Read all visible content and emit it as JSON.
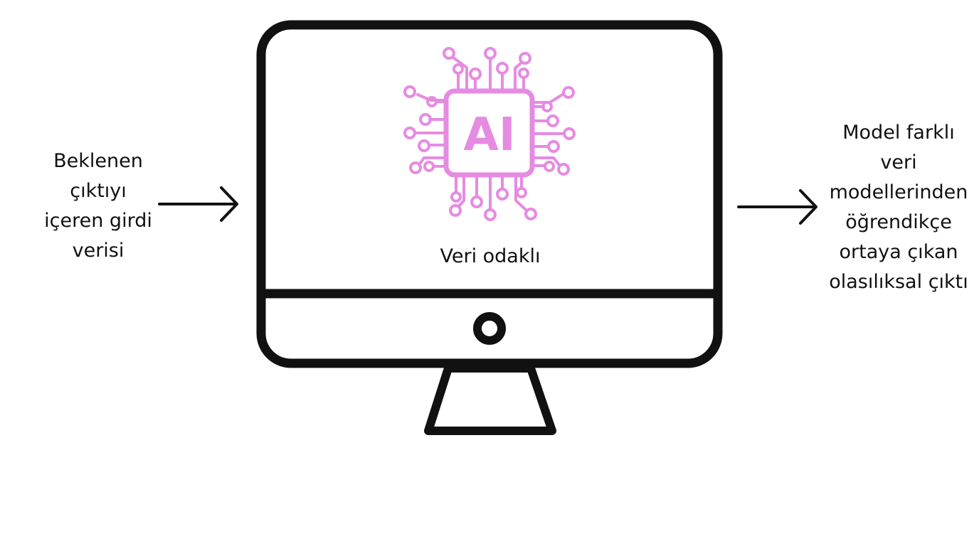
{
  "diagram": {
    "input_label": [
      "Beklenen",
      "çıktıyı",
      "içeren girdi",
      "verisi"
    ],
    "monitor_caption": "Veri odaklı",
    "chip_text": "AI",
    "output_label": [
      "Model farklı",
      "veri",
      "modellerinden",
      "öğrendikçe",
      "ortaya çıkan",
      "olasılıksal çıktı"
    ]
  },
  "colors": {
    "stroke": "#111111",
    "chip_gradient_top": "#4A4DE8",
    "chip_gradient_bottom": "#E08BE6",
    "background": "#FFFFFF"
  },
  "icons": [
    "arrow-right-icon",
    "monitor-icon",
    "ai-chip-icon",
    "arrow-right-icon"
  ]
}
